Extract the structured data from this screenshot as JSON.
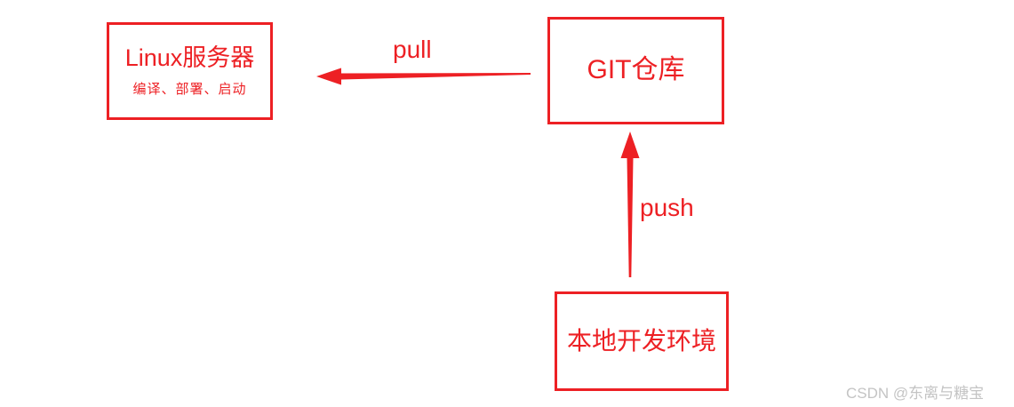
{
  "diagram": {
    "accent_color": "#ed2024",
    "background_color": "#ffffff",
    "nodes": {
      "linux_server": {
        "title": "Linux服务器",
        "subtitle": "编译、部署、启动"
      },
      "git_repo": {
        "title": "GIT仓库"
      },
      "local_dev_env": {
        "title": "本地开发环境"
      }
    },
    "edges": {
      "pull": {
        "label": "pull",
        "from": "git_repo",
        "to": "linux_server",
        "direction": "left"
      },
      "push": {
        "label": "push",
        "from": "local_dev_env",
        "to": "git_repo",
        "direction": "up"
      }
    }
  },
  "watermark": {
    "text": "CSDN @东离与糖宝",
    "color": "#c4c4c4"
  }
}
